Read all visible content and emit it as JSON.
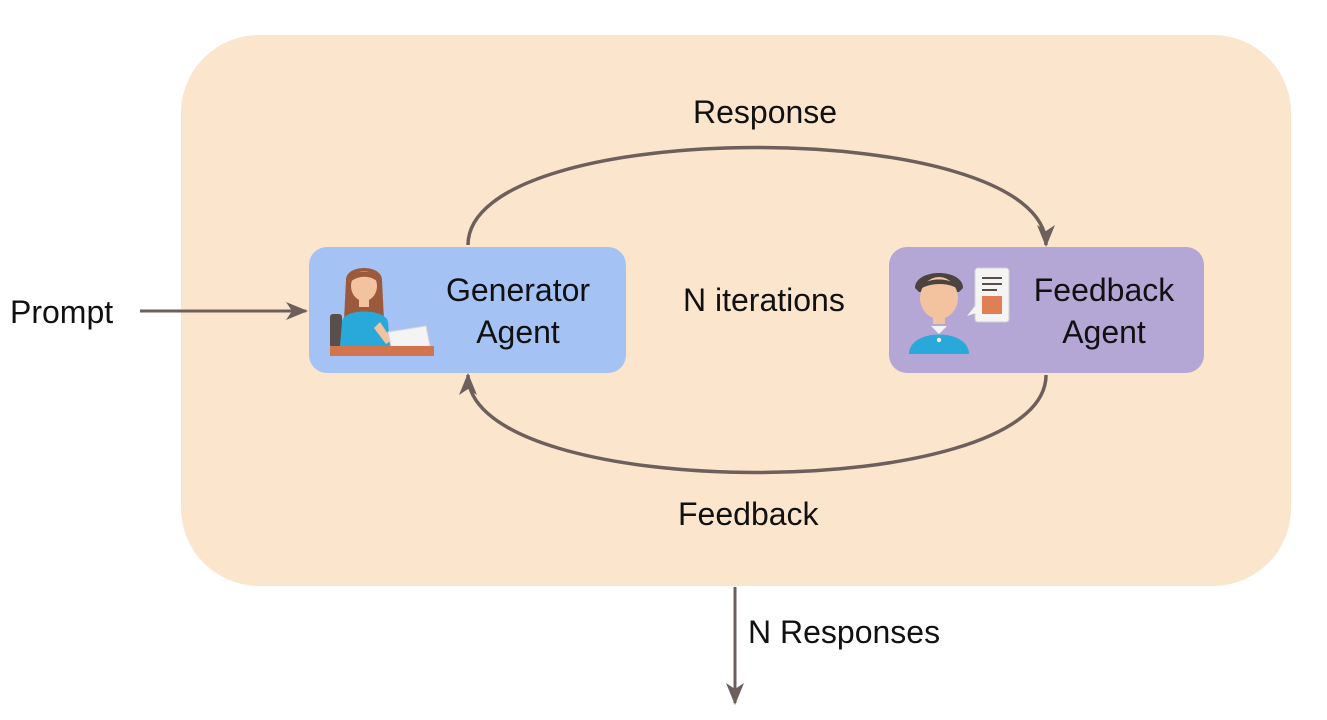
{
  "input_label": "Prompt",
  "generator": {
    "line1": "Generator",
    "line2": "Agent",
    "icon": "person-writing-icon"
  },
  "feedback_agent": {
    "line1": "Feedback",
    "line2": "Agent",
    "icon": "person-with-document-icon"
  },
  "loop": {
    "top_label": "Response",
    "center_label": "N iterations",
    "bottom_label": "Feedback"
  },
  "output_label": "N Responses",
  "colors": {
    "panel": "#fbe5cd",
    "generator_box": "#a4c2f4",
    "feedback_box": "#b4a7d6",
    "arrows": "#6d5f5b"
  }
}
